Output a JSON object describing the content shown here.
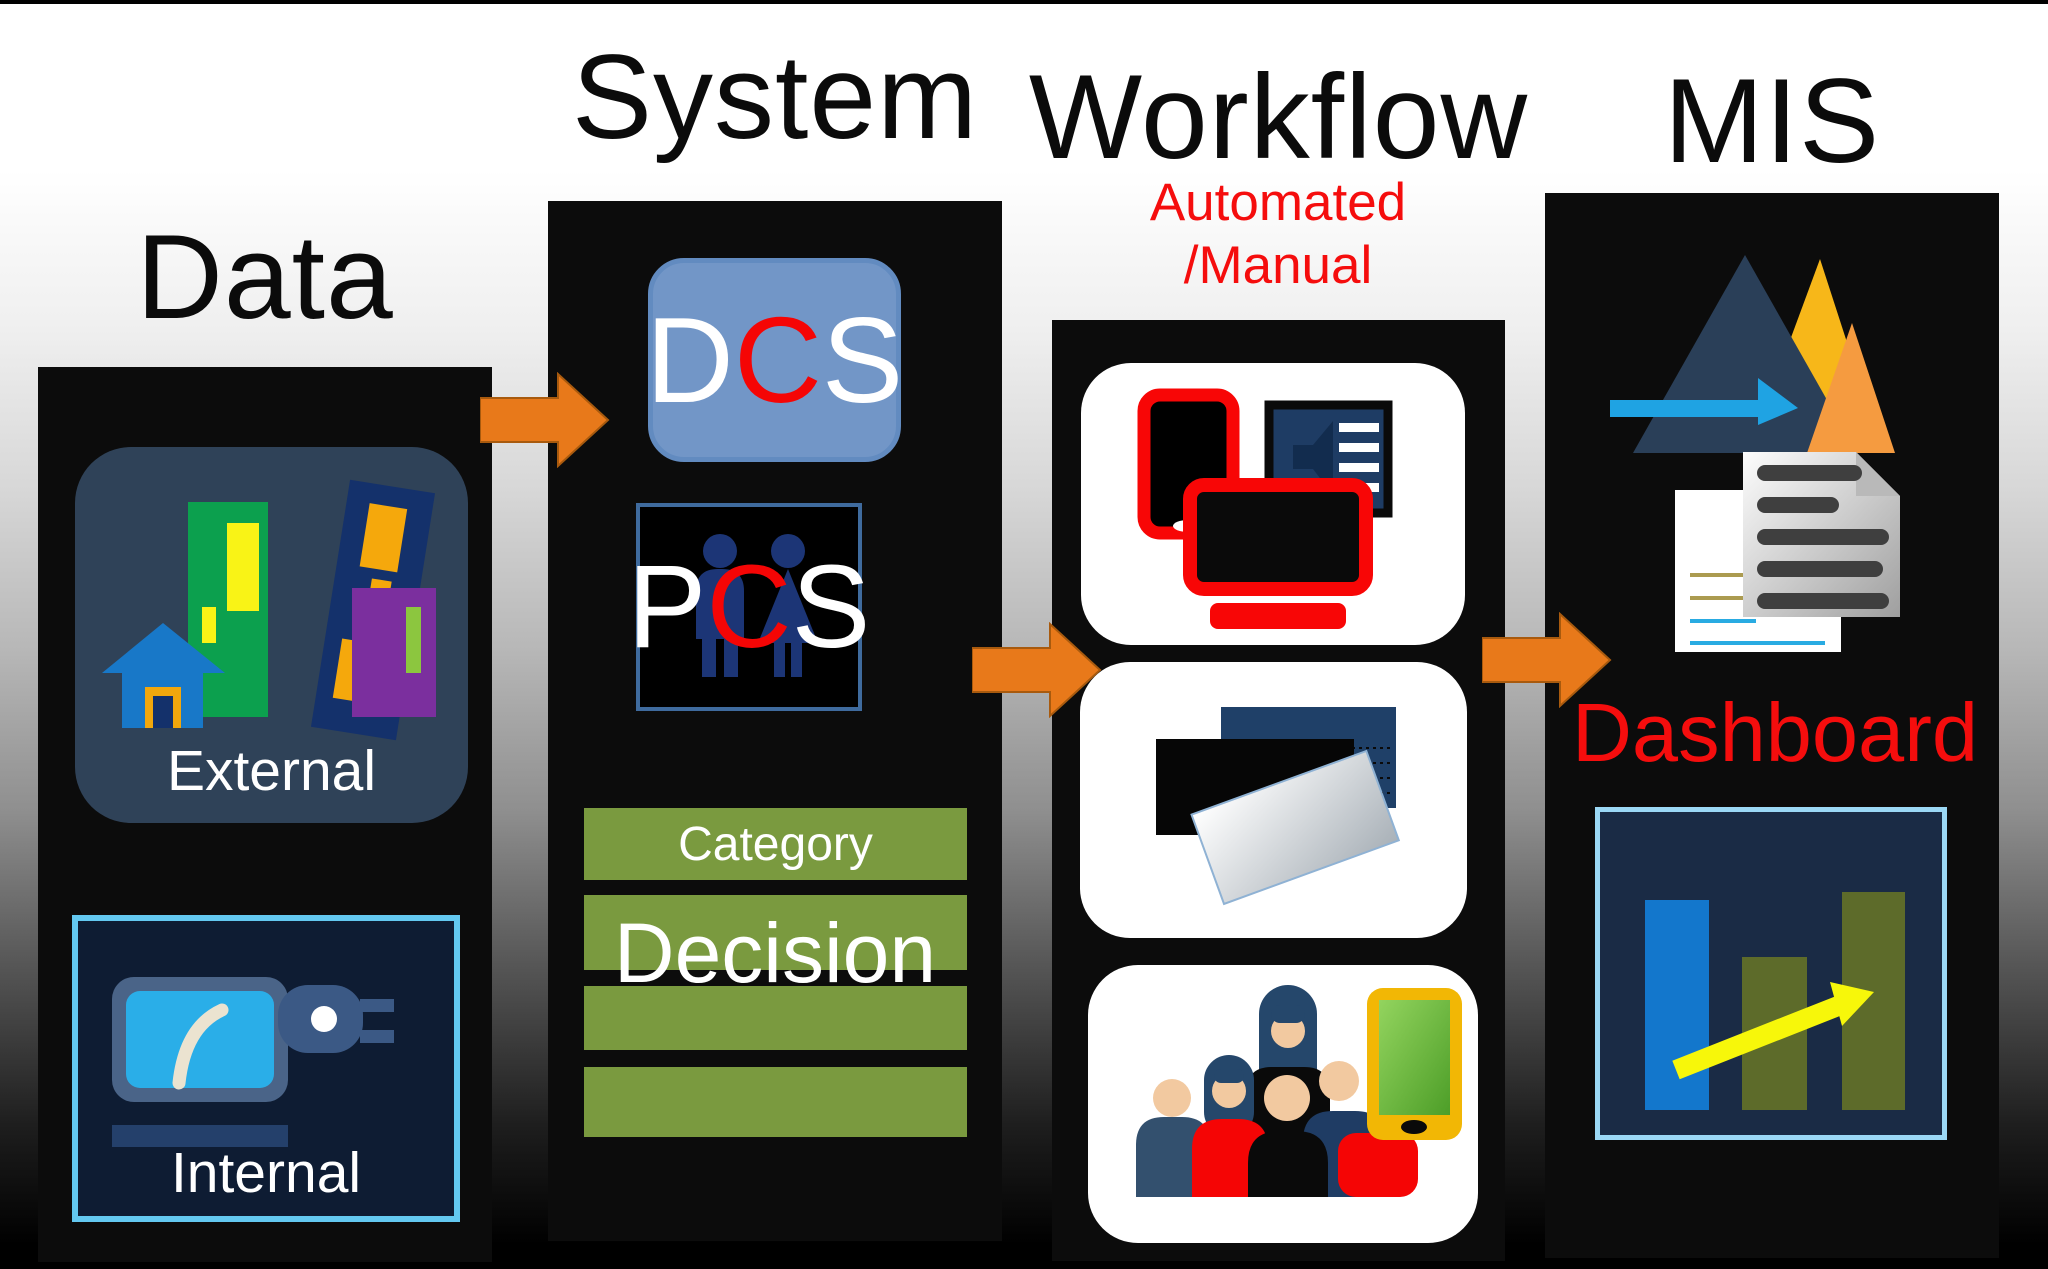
{
  "titles": {
    "data": "Data",
    "system": "System",
    "workflow": "Workflow",
    "mis": "MIS"
  },
  "labels": {
    "automated": "Automated",
    "manual": "/Manual",
    "external": "External",
    "internal": "Internal",
    "category": "Category",
    "decision": "Decision",
    "dashboard": "Dashboard"
  },
  "badges": {
    "dcs": [
      "D",
      "C",
      "S"
    ],
    "pcs": [
      "P",
      "C",
      "S"
    ]
  },
  "colors": {
    "arrow_orange": "#e8791a",
    "accent_red": "#f50d0d",
    "bar_green": "#7a9a3f",
    "dcs_blue": "#7296c7",
    "cyan_border": "#63c8f0",
    "panel_black": "#0c0c0c",
    "chart_blue": "#1377cc",
    "chart_olive": "#5d6b2a",
    "trend_yellow": "#f7f70a"
  }
}
